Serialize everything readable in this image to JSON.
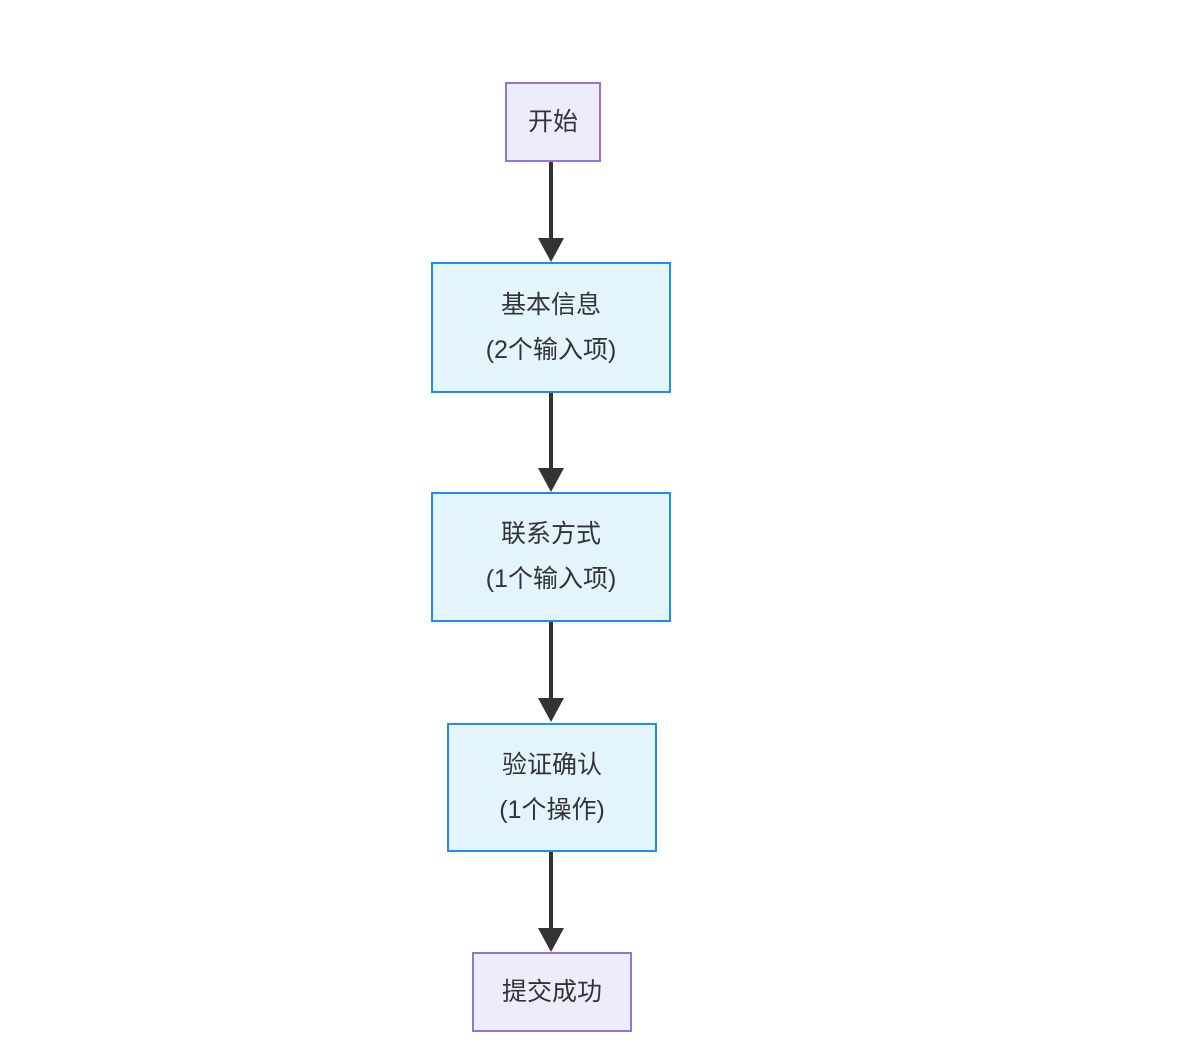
{
  "diagram": {
    "type": "flowchart",
    "direction": "top-down",
    "nodes": [
      {
        "id": "start",
        "label": "开始",
        "shape": "terminal"
      },
      {
        "id": "basic-info",
        "label": "基本信息",
        "sublabel": "(2个输入项)",
        "shape": "step"
      },
      {
        "id": "contact",
        "label": "联系方式",
        "sublabel": "(1个输入项)",
        "shape": "step"
      },
      {
        "id": "verify",
        "label": "验证确认",
        "sublabel": "(1个操作)",
        "shape": "step"
      },
      {
        "id": "success",
        "label": "提交成功",
        "shape": "terminal"
      }
    ],
    "edges": [
      {
        "from": "start",
        "to": "basic-info"
      },
      {
        "from": "basic-info",
        "to": "contact"
      },
      {
        "from": "contact",
        "to": "verify"
      },
      {
        "from": "verify",
        "to": "success"
      }
    ],
    "colors": {
      "terminal_fill": "#ececfa",
      "terminal_border": "#9673d4",
      "step_fill": "#e3f4fd",
      "step_border": "#1e8cf0",
      "arrow": "#333333",
      "text": "#333333",
      "background": "#ffffff"
    }
  }
}
